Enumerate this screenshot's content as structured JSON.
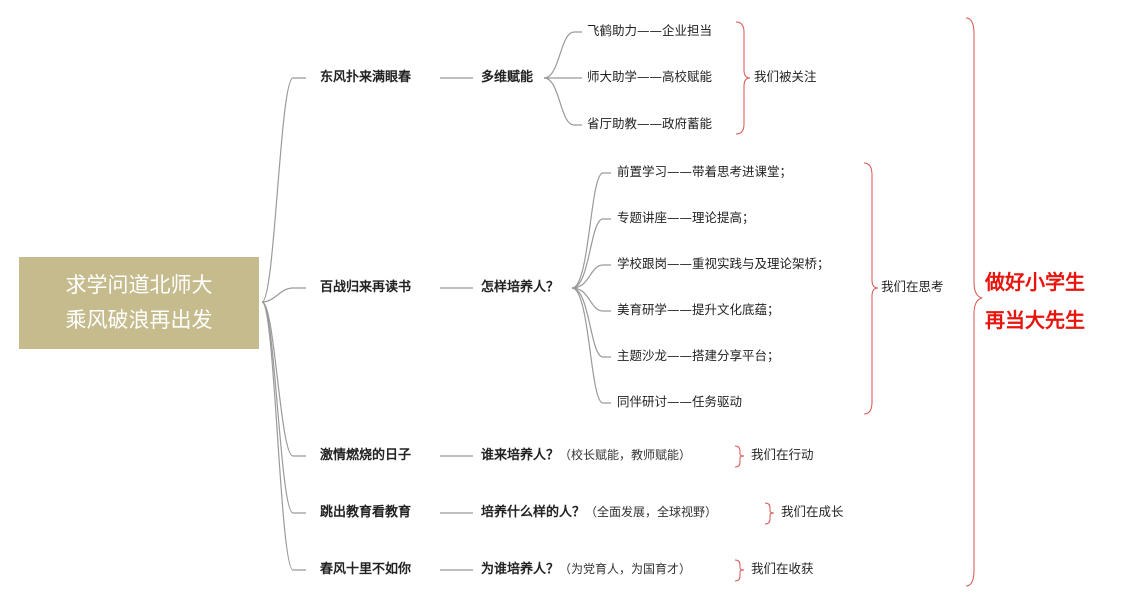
{
  "root": {
    "line1": "求学问道北师大",
    "line2": "乘风破浪再出发"
  },
  "branches": [
    {
      "label": "东风扑来满眼春",
      "topic": "多维赋能",
      "note": "",
      "items": [
        "飞鹤助力——企业担当",
        "师大助学——高校赋能",
        "省厅助教——政府蓄能"
      ],
      "tag": "我们被关注"
    },
    {
      "label": "百战归来再读书",
      "topic": "怎样培养人？",
      "note": "",
      "items": [
        "前置学习——带着思考进课堂；",
        "专题讲座——理论提高；",
        "学校跟岗——重视实践与及理论架桥；",
        "美育研学——提升文化底蕴；",
        "主题沙龙——搭建分享平台；",
        "同伴研讨——任务驱动"
      ],
      "tag": "我们在思考"
    },
    {
      "label": "激情燃烧的日子",
      "topic": "谁来培养人？",
      "note": "（校长赋能，教师赋能）",
      "items": [],
      "tag": "我们在行动"
    },
    {
      "label": "跳出教育看教育",
      "topic": "培养什么样的人？",
      "note": "（全面发展，全球视野）",
      "items": [],
      "tag": "我们在成长"
    },
    {
      "label": "春风十里不如你",
      "topic": "为谁培养人？",
      "note": "（为党育人，为国育才）",
      "items": [],
      "tag": "我们在收获"
    }
  ],
  "conclusion": {
    "line1": "做好小学生",
    "line2": "再当大先生"
  },
  "colors": {
    "root_bg": "#c5bb8d",
    "line": "#9a9a9a",
    "brace": "#d9534f",
    "conclusion": "#e8150e"
  }
}
